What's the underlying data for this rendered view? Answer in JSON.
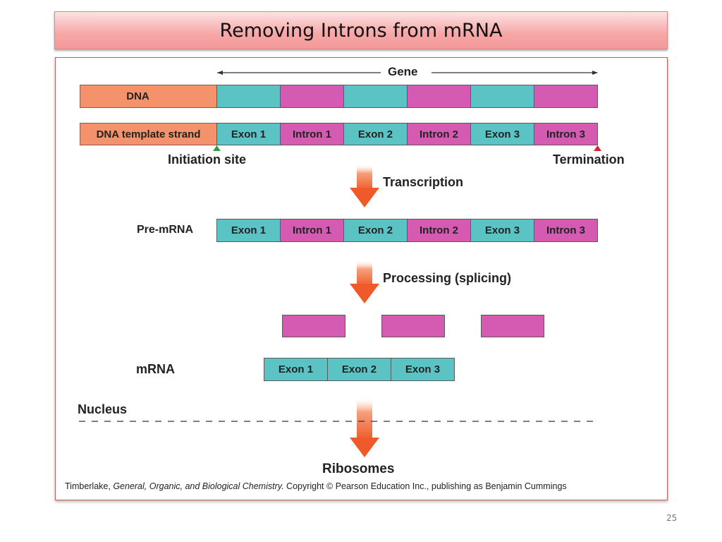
{
  "slide": {
    "title": "Removing Introns from mRNA",
    "page_number": "25"
  },
  "diagram": {
    "gene_label": "Gene",
    "dna_label": "DNA",
    "template_label": "DNA template strand",
    "segments": [
      "Exon 1",
      "Intron 1",
      "Exon 2",
      "Intron 2",
      "Exon 3",
      "Intron 3"
    ],
    "initiation_label": "Initiation site",
    "termination_label": "Termination",
    "transcription_label": "Transcription",
    "pre_mrna_label": "Pre-mRNA",
    "processing_label": "Processing (splicing)",
    "mrna_label": "mRNA",
    "mrna_segments": [
      "Exon 1",
      "Exon 2",
      "Exon 3"
    ],
    "nucleus_label": "Nucleus",
    "ribosomes_label": "Ribosomes",
    "caption": {
      "author": "Timberlake, ",
      "book": "General, Organic, and Biological Chemistry.",
      "rights": " Copyright © Pearson Education Inc., publishing as Benjamin Cummings"
    }
  },
  "colors": {
    "exon": "#5cc3c5",
    "intron": "#d55ab2",
    "dna": "#f4926b",
    "arrow": "#f06a3a",
    "initiation_marker": "#2e9e3e",
    "termination_marker": "#e0202a"
  }
}
